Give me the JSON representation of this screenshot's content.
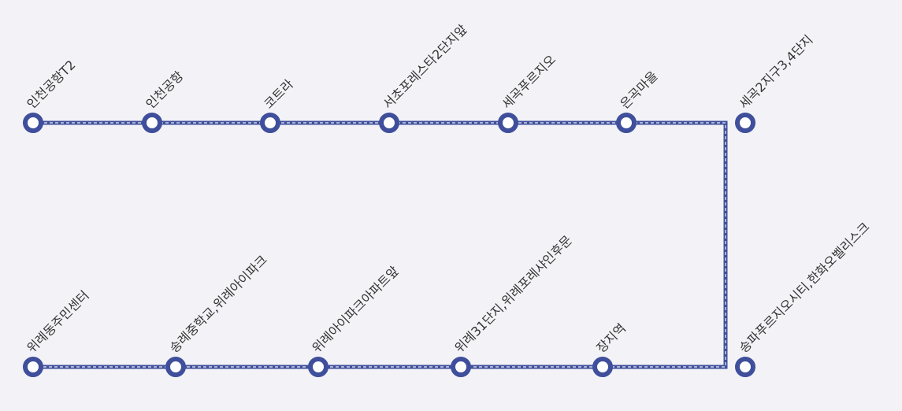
{
  "route": {
    "line_color": "#3f4f9b",
    "row1": [
      {
        "label": "인천공항T2"
      },
      {
        "label": "인천공항"
      },
      {
        "label": "코트라"
      },
      {
        "label": "서초포레스타2단지앞"
      },
      {
        "label": "세곡푸르지오"
      },
      {
        "label": "은곡마을"
      },
      {
        "label": "세곡2지구3,4단지"
      }
    ],
    "row2": [
      {
        "label": "위례동주민센터"
      },
      {
        "label": "송례중학교,위례아이파크"
      },
      {
        "label": "위례아이파크아파트앞"
      },
      {
        "label": "위례31단지,위례포레샤인후문"
      },
      {
        "label": "장지역"
      },
      {
        "label": "송파푸르지오시티,한화오벨리스크"
      }
    ]
  }
}
